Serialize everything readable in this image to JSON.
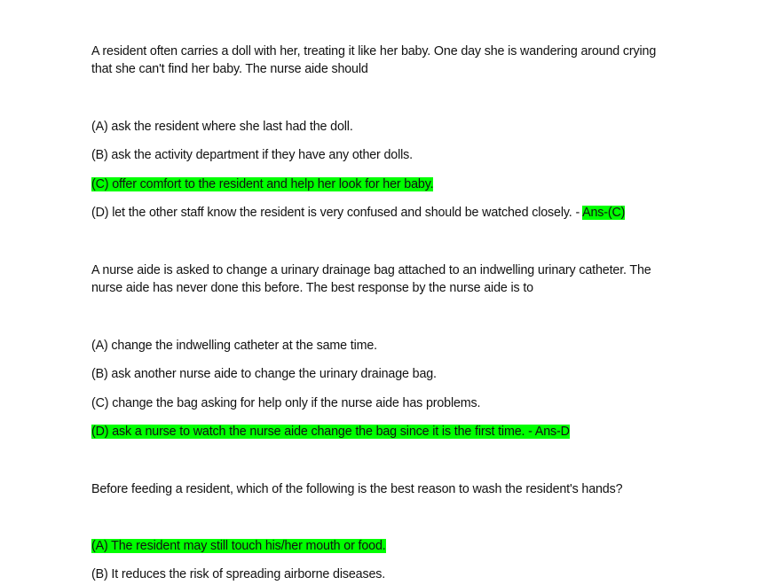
{
  "questions": [
    {
      "stem_lines": [
        "A resident often carries a doll with her, treating it like her baby. One day she is wandering around crying",
        "that she can't find her baby. The nurse aide should"
      ],
      "options": [
        "(A) ask the resident where she last had the doll.",
        "(B) ask the activity department if they have any other dolls.",
        "(C) offer comfort to the resident and help her look for her baby.",
        "(D) let the other staff know the resident is very confused and should be watched closely. - "
      ],
      "answer_label": "Ans-(C)",
      "highlight_color": "#00ff00"
    },
    {
      "stem_lines": [
        "A nurse aide is asked to change a urinary drainage bag attached to an indwelling urinary catheter. The",
        "nurse aide has never done this before. The best response by the nurse aide is to"
      ],
      "options": [
        "(A) change the indwelling catheter at the same time.",
        "(B) ask another nurse aide to change the urinary drainage bag.",
        "(C) change the bag asking for help only if the nurse aide has problems.",
        "(D) ask a nurse to watch the nurse aide change the bag since it is the first time. - Ans-D"
      ],
      "highlight_color": "#00ff00"
    },
    {
      "stem_lines": [
        "Before feeding a resident, which of the following is the best reason to wash the resident's hands?"
      ],
      "options": [
        "(A) The resident may still touch his/her mouth or food.",
        "(B) It reduces the risk of spreading airborne diseases."
      ],
      "highlight_color": "#00ff00"
    }
  ]
}
